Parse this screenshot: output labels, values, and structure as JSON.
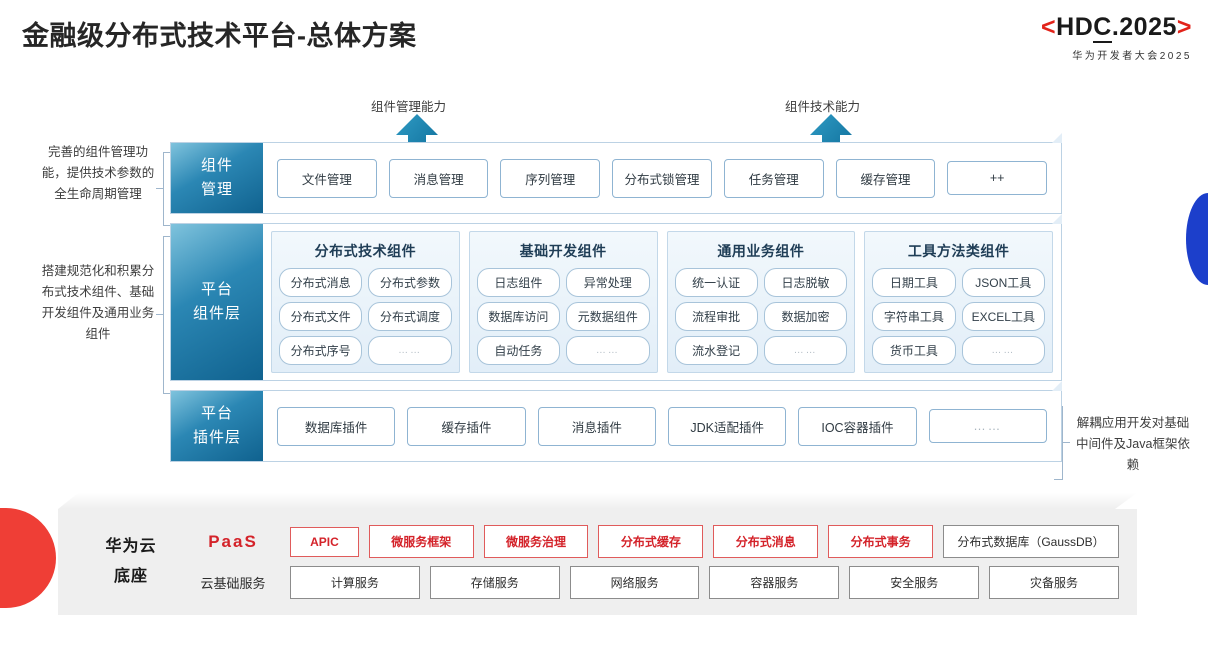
{
  "header": {
    "title": "金融级分布式技术平台-总体方案",
    "logo_brackets": {
      "left": "<",
      "right": ">"
    },
    "logo_main_pre": "HD",
    "logo_main_underlined": "C",
    "logo_main_post": ".2025",
    "logo_sub": "华为开发者大会2025"
  },
  "arrows": [
    {
      "caption": "组件管理能力"
    },
    {
      "caption": "组件技术能力"
    }
  ],
  "annotations": {
    "left_top": "完善的组件管理功能，提供技术参数的全生命周期管理",
    "left_mid": "搭建规范化和积累分布式技术组件、基础开发组件及通用业务组件",
    "right_plugin": "解耦应用开发对基础中间件及Java框架依赖"
  },
  "layers": [
    {
      "id": "component-management",
      "label": "组件\n管理",
      "label_line1": "组件",
      "label_line2": "管理",
      "chips": [
        "文件管理",
        "消息管理",
        "序列管理",
        "分布式锁管理",
        "任务管理",
        "缓存管理",
        "++"
      ]
    },
    {
      "id": "platform-component-layer",
      "label_line1": "平台",
      "label_line2": "组件层",
      "groups": [
        {
          "title": "分布式技术组件",
          "cells": [
            "分布式消息",
            "分布式参数",
            "分布式文件",
            "分布式调度",
            "分布式序号",
            "……"
          ]
        },
        {
          "title": "基础开发组件",
          "cells": [
            "日志组件",
            "异常处理",
            "数据库访问",
            "元数据组件",
            "自动任务",
            "……"
          ]
        },
        {
          "title": "通用业务组件",
          "cells": [
            "统一认证",
            "日志脱敏",
            "流程审批",
            "数据加密",
            "流水登记",
            "……"
          ]
        },
        {
          "title": "工具方法类组件",
          "cells": [
            "日期工具",
            "JSON工具",
            "字符串工具",
            "EXCEL工具",
            "货币工具",
            "……"
          ]
        }
      ]
    },
    {
      "id": "platform-plugin-layer",
      "label_line1": "平台",
      "label_line2": "插件层",
      "chips": [
        "数据库插件",
        "缓存插件",
        "消息插件",
        "JDK适配插件",
        "IOC容器插件",
        "……"
      ]
    }
  ],
  "cloud": {
    "title_line1": "华为云",
    "title_line2": "底座",
    "rows": [
      {
        "label": "PaaS",
        "label_style": "red-bold",
        "items": [
          {
            "text": "APIC",
            "style": "red",
            "width": "narrow"
          },
          {
            "text": "微服务框架",
            "style": "red",
            "width": "normal"
          },
          {
            "text": "微服务治理",
            "style": "red",
            "width": "normal"
          },
          {
            "text": "分布式缓存",
            "style": "red",
            "width": "normal"
          },
          {
            "text": "分布式消息",
            "style": "red",
            "width": "normal"
          },
          {
            "text": "分布式事务",
            "style": "red",
            "width": "normal"
          },
          {
            "text": "分布式数据库（GaussDB）",
            "style": "plain",
            "width": "wide"
          }
        ]
      },
      {
        "label": "云基础服务",
        "label_style": "plain",
        "items": [
          {
            "text": "计算服务",
            "style": "plain",
            "width": "normal"
          },
          {
            "text": "存储服务",
            "style": "plain",
            "width": "normal"
          },
          {
            "text": "网络服务",
            "style": "plain",
            "width": "normal"
          },
          {
            "text": "容器服务",
            "style": "plain",
            "width": "normal"
          },
          {
            "text": "安全服务",
            "style": "plain",
            "width": "normal"
          },
          {
            "text": "灾备服务",
            "style": "plain",
            "width": "normal"
          }
        ]
      }
    ]
  },
  "colors": {
    "accent_red": "#d4232a",
    "accent_blue": "#10628f",
    "panel_gray": "#efefef",
    "arrow_teal": "#1a7fa8"
  }
}
